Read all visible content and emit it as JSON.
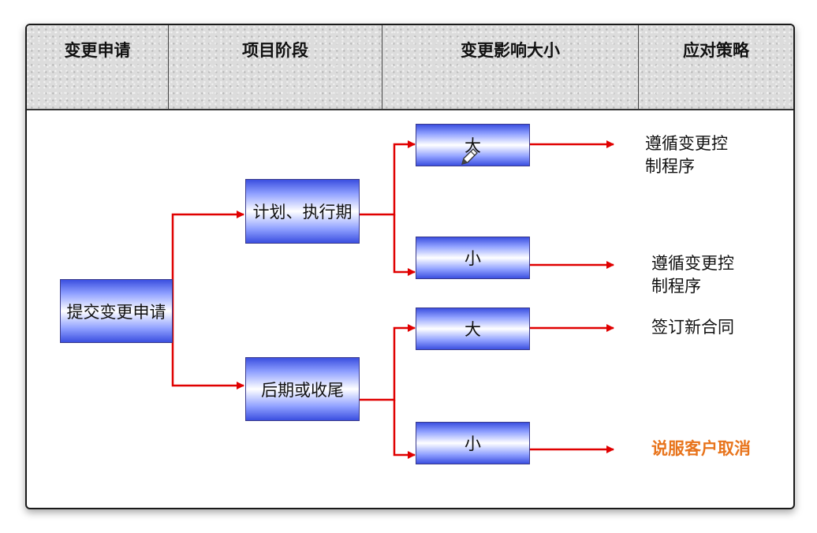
{
  "header": {
    "col1": "变更申请",
    "col2": "项目阶段",
    "col3": "变更影响大小",
    "col4": "应对策略"
  },
  "nodes": {
    "root": "提交变更申请",
    "phase_early": "计划、执行期",
    "phase_late": "后期或收尾",
    "impact_1": "大",
    "impact_2": "小",
    "impact_3": "大",
    "impact_4": "小"
  },
  "results": {
    "r1": "遵循变更控\n制程序",
    "r2": "遵循变更控\n制程序",
    "r3": "签订新合同",
    "r4": "说服客户取消"
  },
  "colors": {
    "arrow": "#e00000",
    "highlight_text": "#e8741c",
    "box_gradient_edge": "#3b4fe0"
  },
  "icons": {
    "pencil": "pencil-cursor-icon"
  }
}
